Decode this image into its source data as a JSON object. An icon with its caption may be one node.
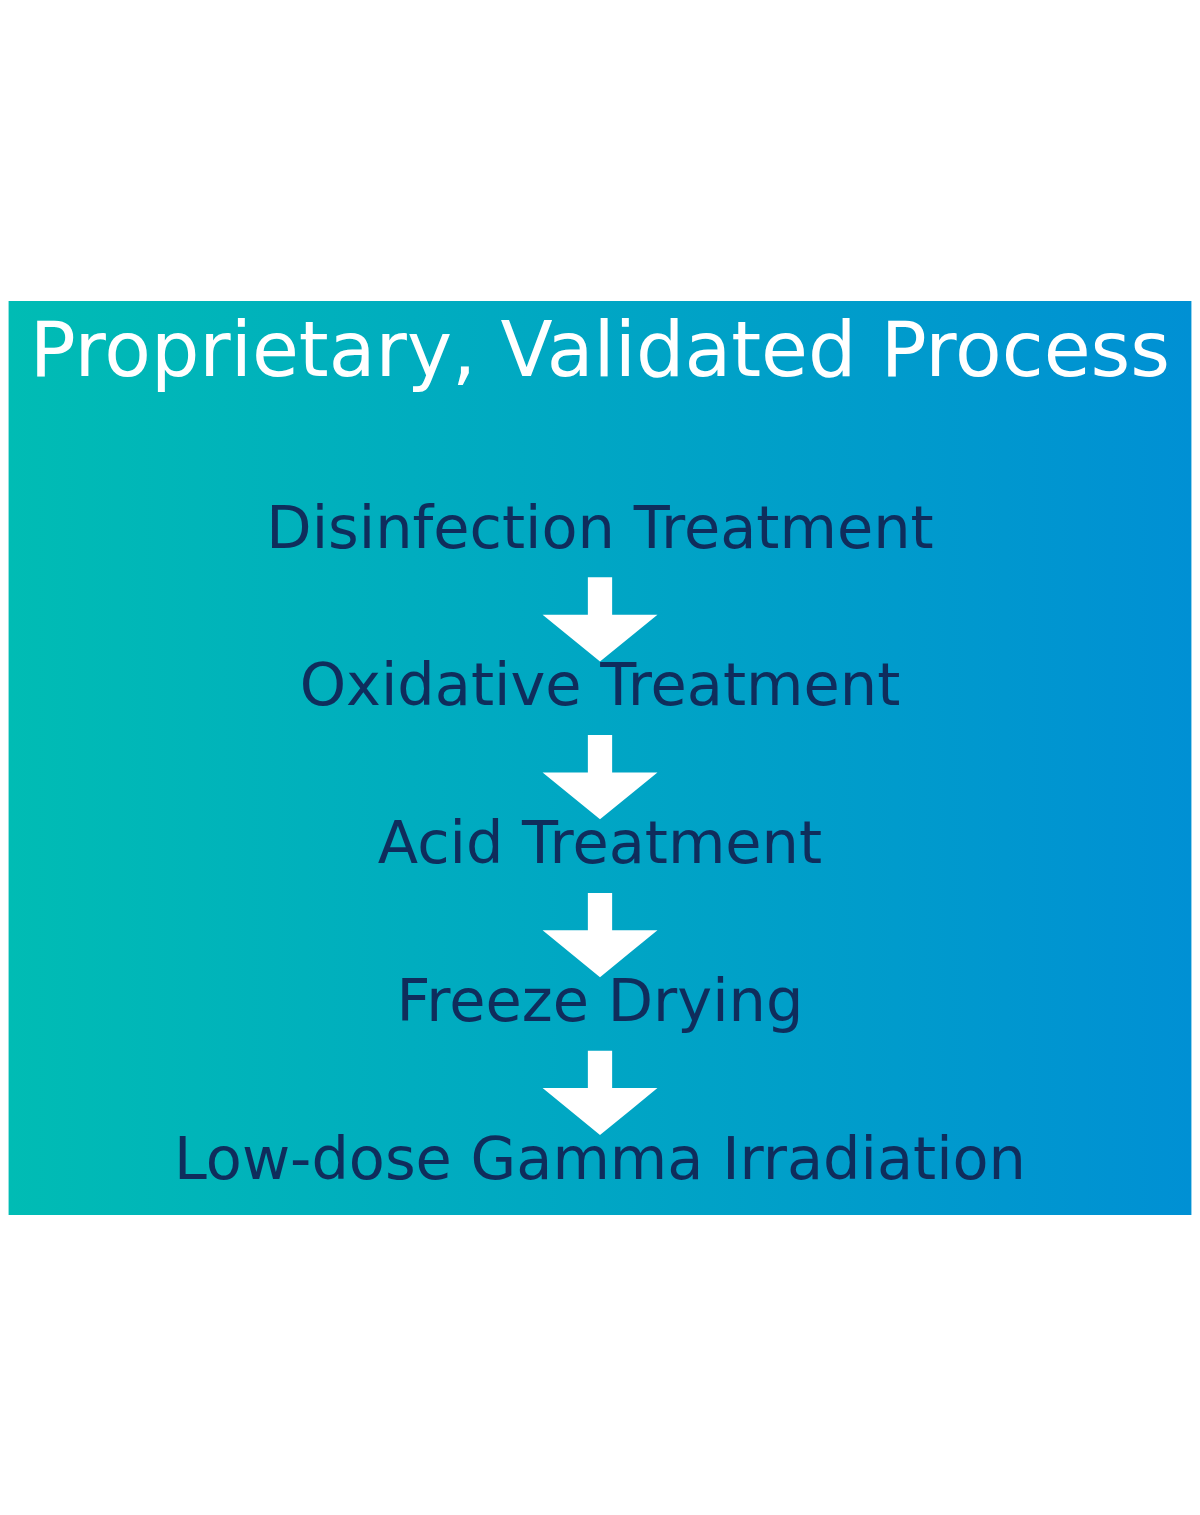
{
  "diagram": {
    "title": "Proprietary, Validated Process",
    "nodes": [
      {
        "text": [
          "Disinfection Treatment"
        ]
      },
      {
        "text": [
          "Oxidative Treatment"
        ]
      },
      {
        "text": [
          "Acid Treatment"
        ]
      },
      {
        "text": [
          "Freeze Drying"
        ]
      },
      {
        "text": [
          "Low-dose Gamma Irradiation"
        ]
      }
    ],
    "edges": [
      {
        "from": 0,
        "to": 1,
        "arrow": "to"
      },
      {
        "from": 1,
        "to": 2,
        "arrow": "to"
      },
      {
        "from": 2,
        "to": 3,
        "arrow": "to"
      },
      {
        "from": 3,
        "to": 4,
        "arrow": "to"
      }
    ]
  }
}
